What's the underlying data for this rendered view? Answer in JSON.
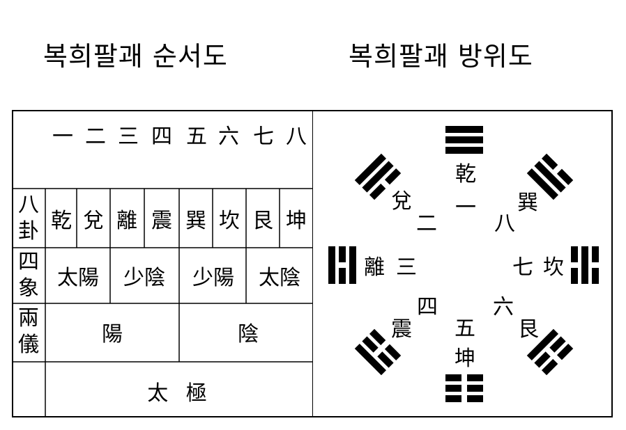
{
  "titles": {
    "left": "복희팔괘 순서도",
    "right": "복희팔괘 방위도"
  },
  "sequence": {
    "numbers": [
      "一",
      "二",
      "三",
      "四",
      "五",
      "六",
      "七",
      "八"
    ],
    "row_labels": {
      "bagua": "八卦",
      "sixiang": "四象",
      "liangyi": "兩儀"
    },
    "bagua": [
      "乾",
      "兌",
      "離",
      "震",
      "巽",
      "坎",
      "艮",
      "坤"
    ],
    "sixiang": [
      "太陽",
      "少陰",
      "少陽",
      "太陰"
    ],
    "liangyi": [
      "陽",
      "陰"
    ],
    "taiji": "太 極"
  },
  "compass": {
    "trigrams": [
      {
        "name": "乾",
        "number": "一",
        "lines": [
          1,
          1,
          1
        ]
      },
      {
        "name": "兌",
        "number": "二",
        "lines": [
          1,
          1,
          0
        ]
      },
      {
        "name": "離",
        "number": "三",
        "lines": [
          1,
          0,
          1
        ]
      },
      {
        "name": "震",
        "number": "四",
        "lines": [
          1,
          0,
          0
        ]
      },
      {
        "name": "巽",
        "number": "八",
        "lines": [
          0,
          1,
          1
        ]
      },
      {
        "name": "坎",
        "number": "七",
        "lines": [
          0,
          1,
          0
        ]
      },
      {
        "name": "艮",
        "number": "六",
        "lines": [
          0,
          0,
          1
        ]
      },
      {
        "name": "坤",
        "number": "五",
        "lines": [
          0,
          0,
          0
        ]
      }
    ]
  }
}
